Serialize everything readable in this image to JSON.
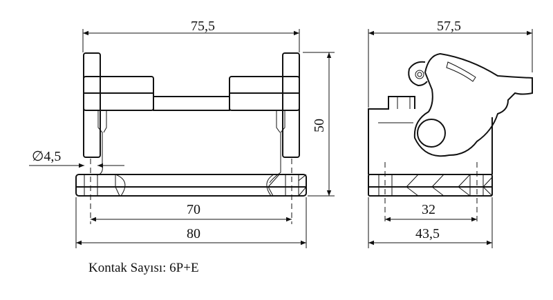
{
  "dimensions": {
    "front_width_top": "75,5",
    "front_height": "50",
    "hole_diameter": "∅4,5",
    "front_hole_spacing": "70",
    "front_base_width": "80",
    "side_width_top": "57,5",
    "side_hole_spacing": "32",
    "side_base_width": "43,5"
  },
  "caption": "Kontak Sayısı: 6P+E",
  "colors": {
    "line": "#111111",
    "background": "#ffffff"
  }
}
